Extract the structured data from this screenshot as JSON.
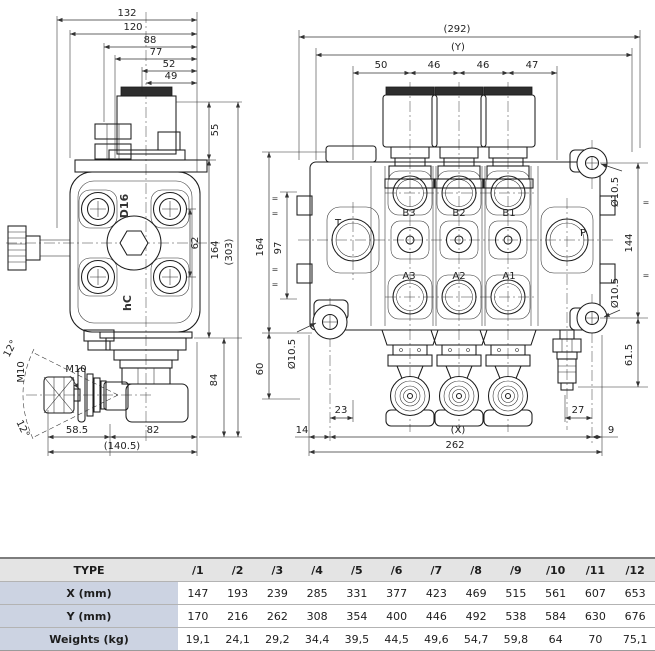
{
  "left_view": {
    "dims": {
      "w132": "132",
      "w120": "120",
      "w88": "88",
      "w77": "77",
      "w52": "52",
      "w49": "49",
      "h55": "55",
      "h62": "62",
      "h164": "164",
      "h303": "(303)",
      "h84": "84",
      "b585": "58.5",
      "b82": "82",
      "b1405": "(140.5)"
    },
    "labels": {
      "m10_thread": "M10",
      "m10_dia": "M10",
      "angle_top": "12°",
      "angle_bottom": "12°",
      "cast_1": "D16",
      "cast_2": "hC"
    }
  },
  "right_view": {
    "dims": {
      "w292": "(292)",
      "wy": "(Y)",
      "s50": "50",
      "s46a": "46",
      "s46b": "46",
      "s47": "47",
      "h164": "164",
      "h97": "97",
      "h60": "60",
      "dia_left": "Ø10.5",
      "d23": "23",
      "d14": "14",
      "dx": "(X)",
      "d262": "262",
      "d27": "27",
      "d9": "9",
      "dia_top_right": "Ø10.5",
      "h144": "144",
      "dia_bottom_right": "Ø10.5",
      "h615": "61.5"
    },
    "ports": {
      "t": "T",
      "p": "P",
      "b1": "B1",
      "b2": "B2",
      "b3": "B3",
      "a1": "A1",
      "a2": "A2",
      "a3": "A3"
    },
    "surface_mark": "="
  },
  "table": {
    "header": [
      "TYPE",
      "/1",
      "/2",
      "/3",
      "/4",
      "/5",
      "/6",
      "/7",
      "/8",
      "/9",
      "/10",
      "/11",
      "/12"
    ],
    "rows": [
      {
        "label": "X (mm)",
        "values": [
          "147",
          "193",
          "239",
          "285",
          "331",
          "377",
          "423",
          "469",
          "515",
          "561",
          "607",
          "653"
        ]
      },
      {
        "label": "Y (mm)",
        "values": [
          "170",
          "216",
          "262",
          "308",
          "354",
          "400",
          "446",
          "492",
          "538",
          "584",
          "630",
          "676"
        ]
      },
      {
        "label": "Weights (kg)",
        "values": [
          "19,1",
          "24,1",
          "29,2",
          "34,4",
          "39,5",
          "44,5",
          "49,6",
          "54,7",
          "59,8",
          "64",
          "70",
          "75,1"
        ]
      }
    ]
  },
  "colors": {
    "line": "#1c1c1c",
    "dimension": "#333333",
    "header_bg": "#e4e4e4",
    "label_bg": "#ccd3e2",
    "row_border": "#b3b3b3"
  }
}
